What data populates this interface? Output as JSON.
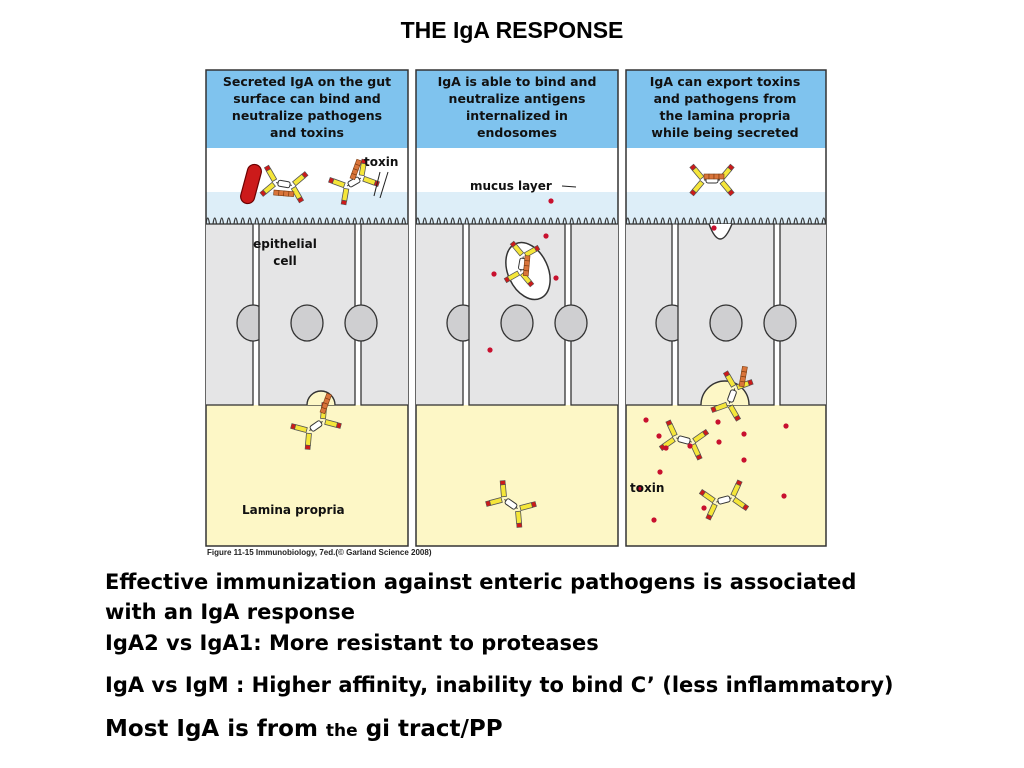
{
  "slide": {
    "title": "THE IgA RESPONSE"
  },
  "figure": {
    "panels": [
      {
        "header_lines": [
          "Secreted IgA on the gut",
          "surface can bind and",
          "neutralize pathogens",
          "and toxins"
        ]
      },
      {
        "header_lines": [
          "IgA is able to bind and",
          "neutralize antigens",
          "internalized in",
          "endosomes"
        ]
      },
      {
        "header_lines": [
          "IgA can export toxins",
          "and pathogens from",
          "the lamina propria",
          "while being secreted"
        ]
      }
    ],
    "labels": {
      "toxin_top": "toxin",
      "epithelial_line1": "epithelial",
      "epithelial_line2": "cell",
      "mucus_layer": "mucus layer",
      "lamina_propria": "Lamina propria",
      "toxin_bottom": "toxin"
    },
    "colors": {
      "header": "#7fc3ee",
      "lumen": "#ffffff",
      "mucus": "#ddeef8",
      "cell": "#e5e5e6",
      "lamina": "#fdf7c6",
      "border": "#333333",
      "toxin_dot": "#c8102e",
      "pathogen": "#cc1a1a",
      "iga_yellow": "#f5e63a",
      "iga_orange": "#d9743a"
    },
    "caption": "Figure 11-15 Immunobiology, 7ed.(© Garland Science 2008)"
  },
  "text": {
    "line1": "Effective immunization against enteric pathogens is associated with an IgA response",
    "line2": "IgA2 vs IgA1:  More resistant to proteases",
    "line3": "IgA vs IgM : Higher affinity, inability to bind C’ (less inflammatory)",
    "line4_a": "Most IgA is from ",
    "line4_b": "the",
    "line4_c": " gi tract/PP"
  }
}
